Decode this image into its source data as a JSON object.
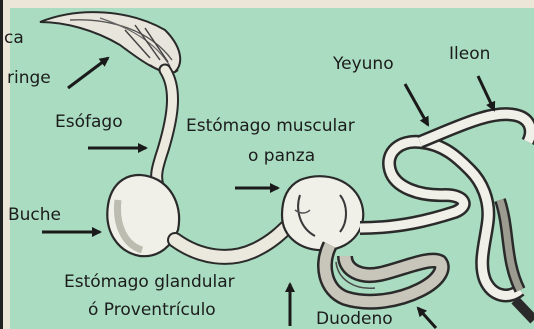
{
  "labels": {
    "boca": "ca",
    "faringe": "ringe",
    "esofago": "Esófago",
    "estomago_muscular_1": "Estómago muscular",
    "estomago_muscular_2": "o panza",
    "yeyuno": "Yeyuno",
    "ileon": "Ileon",
    "buche": "Buche",
    "estomago_glandular_1": "Estómago glandular",
    "estomago_glandular_2": "ó Proventrículo",
    "duodeno": "Duodeno"
  },
  "colors": {
    "background": "#a9dcc0",
    "organ_fill": "#f0efe8",
    "organ_shadow": "#c9c8bd",
    "outline": "#2a2a2a",
    "frame": "#ece6d8"
  }
}
